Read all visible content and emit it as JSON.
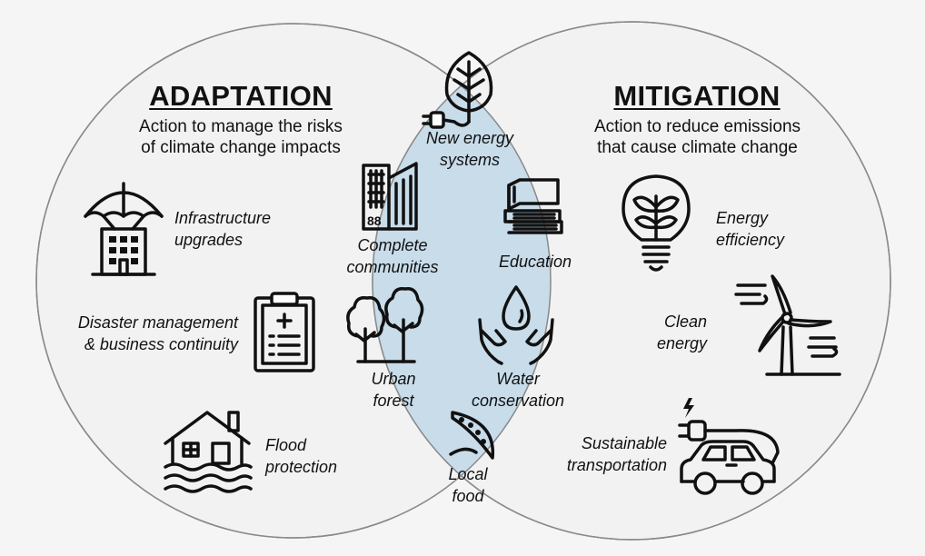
{
  "adaptation": {
    "title": "ADAPTATION",
    "subtitle_line1": "Action to manage the risks",
    "subtitle_line2": "of climate change impacts",
    "items": [
      {
        "line1": "Infrastructure",
        "line2": "upgrades",
        "icon": "umbrella-building-icon"
      },
      {
        "line1": "Disaster management",
        "line2": "& business continuity",
        "icon": "clipboard-icon"
      },
      {
        "line1": "Flood",
        "line2": "protection",
        "icon": "flooded-house-icon"
      }
    ]
  },
  "mitigation": {
    "title": "MITIGATION",
    "subtitle_line1": "Action to reduce emissions",
    "subtitle_line2": "that cause climate change",
    "items": [
      {
        "line1": "Energy",
        "line2": "efficiency",
        "icon": "lightbulb-plant-icon"
      },
      {
        "line1": "Clean",
        "line2": "energy",
        "icon": "wind-turbine-icon"
      },
      {
        "line1": "Sustainable",
        "line2": "transportation",
        "icon": "electric-car-icon"
      }
    ]
  },
  "overlap": {
    "items": [
      {
        "line1": "New energy",
        "line2": "systems",
        "icon": "leaf-plug-icon"
      },
      {
        "line1": "Complete",
        "line2": "communities",
        "icon": "buildings-icon"
      },
      {
        "line1": "Education",
        "icon": "books-icon"
      },
      {
        "line1": "Urban",
        "line2": "forest",
        "icon": "trees-icon"
      },
      {
        "line1": "Water",
        "line2": "conservation",
        "icon": "water-hands-icon"
      },
      {
        "line1": "Local",
        "line2": "food",
        "icon": "pea-pod-icon"
      }
    ]
  },
  "colors": {
    "circle_fill": "#f2f2f2",
    "overlap_fill": "#c8dcea",
    "outline": "#8a8a8a",
    "background": "#f5f5f5"
  }
}
